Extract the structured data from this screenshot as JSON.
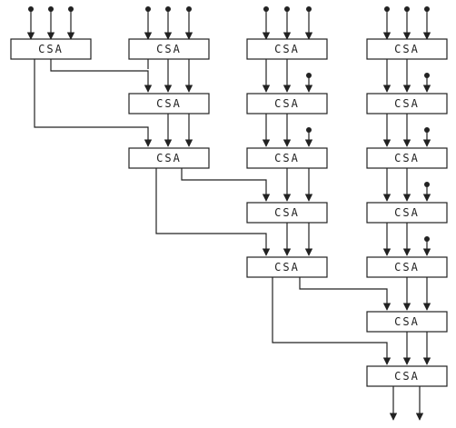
{
  "diagram": {
    "block_label": "CSA",
    "colors": {
      "line": "#222222",
      "background": "#ffffff"
    },
    "column_1": {
      "blocks": [
        "CSA"
      ]
    },
    "column_2": {
      "blocks": [
        "CSA",
        "CSA",
        "CSA"
      ]
    },
    "column_3": {
      "blocks": [
        "CSA",
        "CSA",
        "CSA",
        "CSA",
        "CSA"
      ]
    },
    "column_4": {
      "blocks": [
        "CSA",
        "CSA",
        "CSA",
        "CSA",
        "CSA",
        "CSA",
        "CSA"
      ]
    }
  }
}
